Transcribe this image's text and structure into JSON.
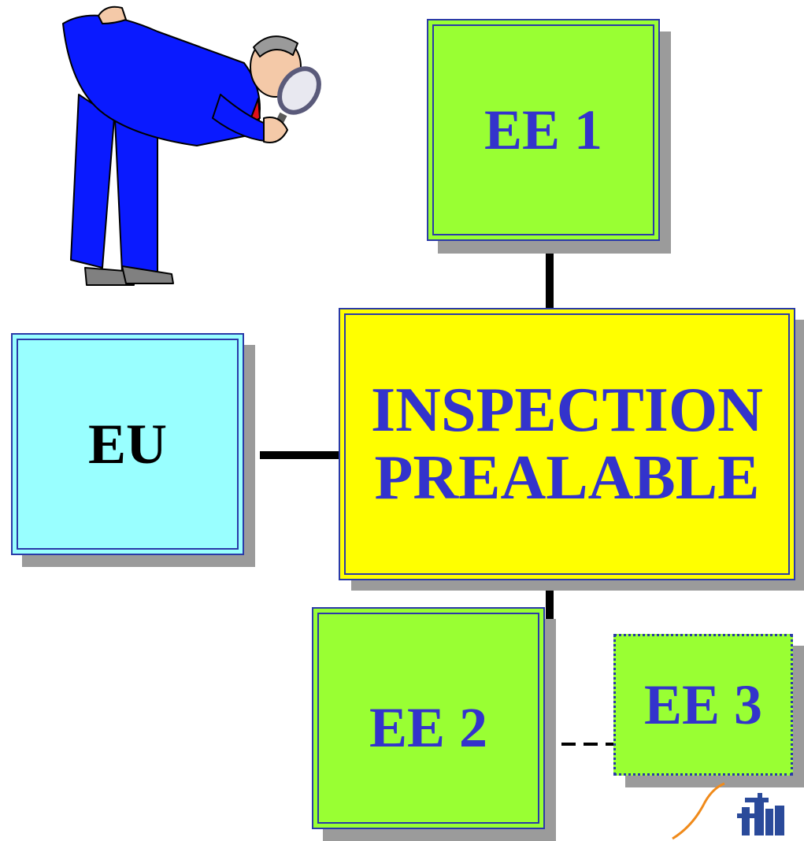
{
  "colors": {
    "green_box": "#99ff33",
    "yellow_box": "#ffff00",
    "cyan_box": "#99ffff",
    "border_blue": "#2a3aa8",
    "text_blue": "#3333cc",
    "text_black": "#000000",
    "shadow_gray": "#9b9b9b",
    "suit_blue": "#0a1aff"
  },
  "boxes": {
    "ee1": {
      "label": "EE 1"
    },
    "center": {
      "line1": "INSPECTION",
      "line2": "PREALABLE"
    },
    "eu": {
      "label": "EU"
    },
    "ee2": {
      "label": "EE 2"
    },
    "ee3": {
      "label": "EE 3"
    }
  },
  "illustration": {
    "icon": "inspector-with-magnifier-icon"
  },
  "logo": {
    "icon": "organization-logo-icon"
  }
}
